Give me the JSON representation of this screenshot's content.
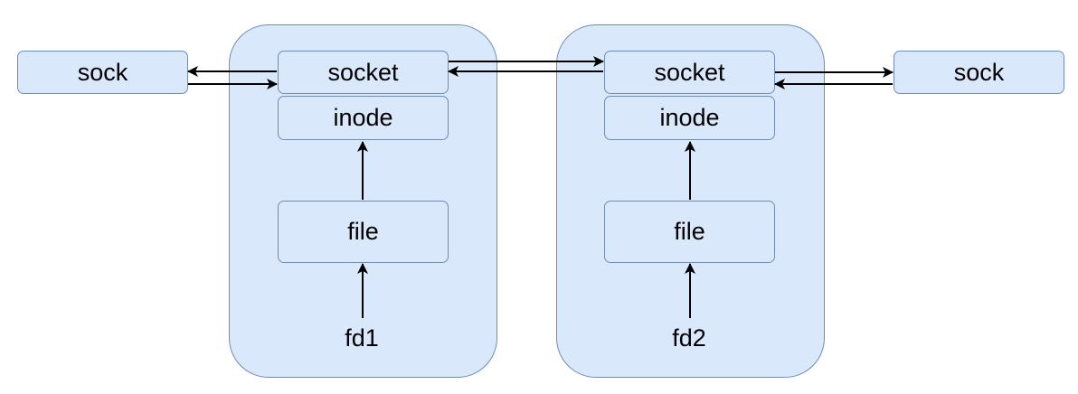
{
  "left_sock": "sock",
  "right_sock": "sock",
  "left_group": {
    "socket": "socket",
    "inode": "inode",
    "file": "file",
    "fd": "fd1"
  },
  "right_group": {
    "socket": "socket",
    "inode": "inode",
    "file": "file",
    "fd": "fd2"
  },
  "colors": {
    "fill": "#dae8fc",
    "stroke": "#6c8ebf",
    "edge": "#000000"
  }
}
